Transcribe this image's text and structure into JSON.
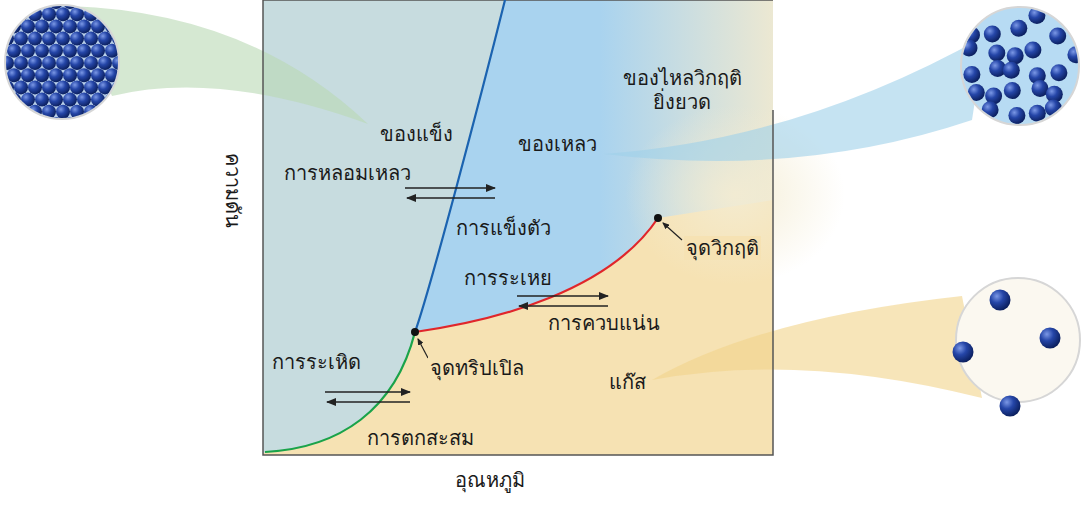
{
  "diagram": {
    "labels": [
      "ของแข็ง",
      "การหลอมเหลว",
      "การแข็งตัว",
      "ของเหลว",
      "ของไหลวิกฤติ ยิ่งยวด",
      "จุดวิกฤติ",
      "การระเหย",
      "การควบแน่น",
      "จุดทริปเปิล",
      "การระเหิด",
      "การตกสะสม",
      "แก๊ส",
      "ความดัน",
      "อุณหภูมิ"
    ]
  }
}
